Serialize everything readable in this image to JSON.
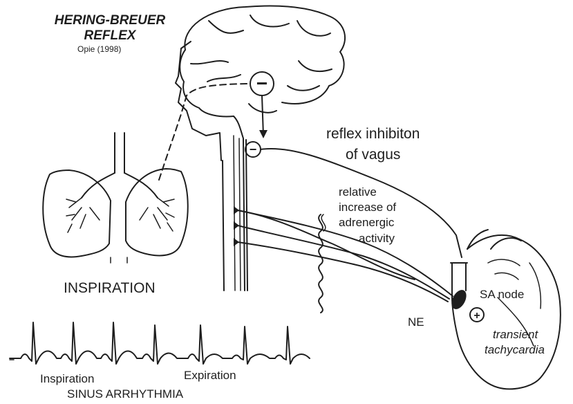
{
  "title": {
    "line1": "HERING-BREUER",
    "line2": "REFLEX",
    "citation": "Opie (1998)"
  },
  "labels": {
    "reflex_line1": "reflex inhibiton",
    "reflex_line2": "of vagus",
    "adrenergic_line1": "relative",
    "adrenergic_line2": "increase of",
    "adrenergic_line3": "adrenergic",
    "adrenergic_line4": "activity",
    "sa_node": "SA node",
    "ne": "NE",
    "inspiration_lungs": "INSPIRATION",
    "transient_line1": "transient",
    "transient_line2": "tachycardia",
    "ecg_inspiration": "Inspiration",
    "ecg_expiration": "Expiration",
    "sinus_arrhythmia": "SINUS ARRHYTHMIA"
  },
  "symbols": {
    "inhibit_brain": "−",
    "inhibit_spine": "−",
    "excite_heart": "+"
  },
  "colors": {
    "ink": "#1e1e1e",
    "background": "#ffffff"
  }
}
